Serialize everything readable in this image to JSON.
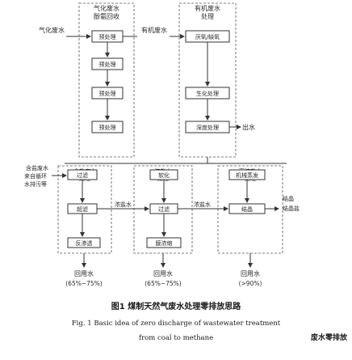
{
  "top": {
    "gasification": {
      "title1": "气化废水",
      "title2": "酚氨回收"
    },
    "methanation": {
      "title1": "有机废水",
      "title2": "处理"
    },
    "left_label": "气化废水",
    "mid_label": "有机废水",
    "gas_boxes": [
      "预处理",
      "预处理",
      "预处理",
      "预处理"
    ],
    "org_boxes": [
      "厌氧/缺氧",
      "生化处理",
      "深度处理"
    ],
    "right_label": "出水"
  },
  "middle": {
    "groups": [
      {
        "title1": "含盐废水",
        "title2": "处理"
      },
      {
        "title1": "浓盐水",
        "title2": "处理"
      },
      {
        "title1": "高浓盐水",
        "title2": "处理"
      }
    ],
    "left_labels": [
      "含盐废水",
      "来自循环",
      "水排污等"
    ],
    "g1_boxes": [
      "过滤",
      "超滤",
      "反渗透"
    ],
    "g2_boxes": [
      "软化",
      "过滤",
      "膜浓缩"
    ],
    "g3_boxes": [
      "机械蒸发",
      "结晶"
    ],
    "arrow_labels": [
      "浓盐水",
      "浓盐水",
      "结晶",
      "结晶盐"
    ]
  },
  "outputs": [
    {
      "label": "回用水",
      "pct": "(65%~75%)"
    },
    {
      "label": "回用水",
      "pct": "(65%~75%)"
    },
    {
      "label": "回用水",
      "pct": "(>90%)"
    }
  ],
  "caption": {
    "cn": "图1  煤制天然气废水处理零排放思路",
    "en_line1": "Fig. 1   Basic idea of zero discharge of wastewater treatment",
    "en_line2": "from coal to methane",
    "corner": "废水零排放"
  }
}
